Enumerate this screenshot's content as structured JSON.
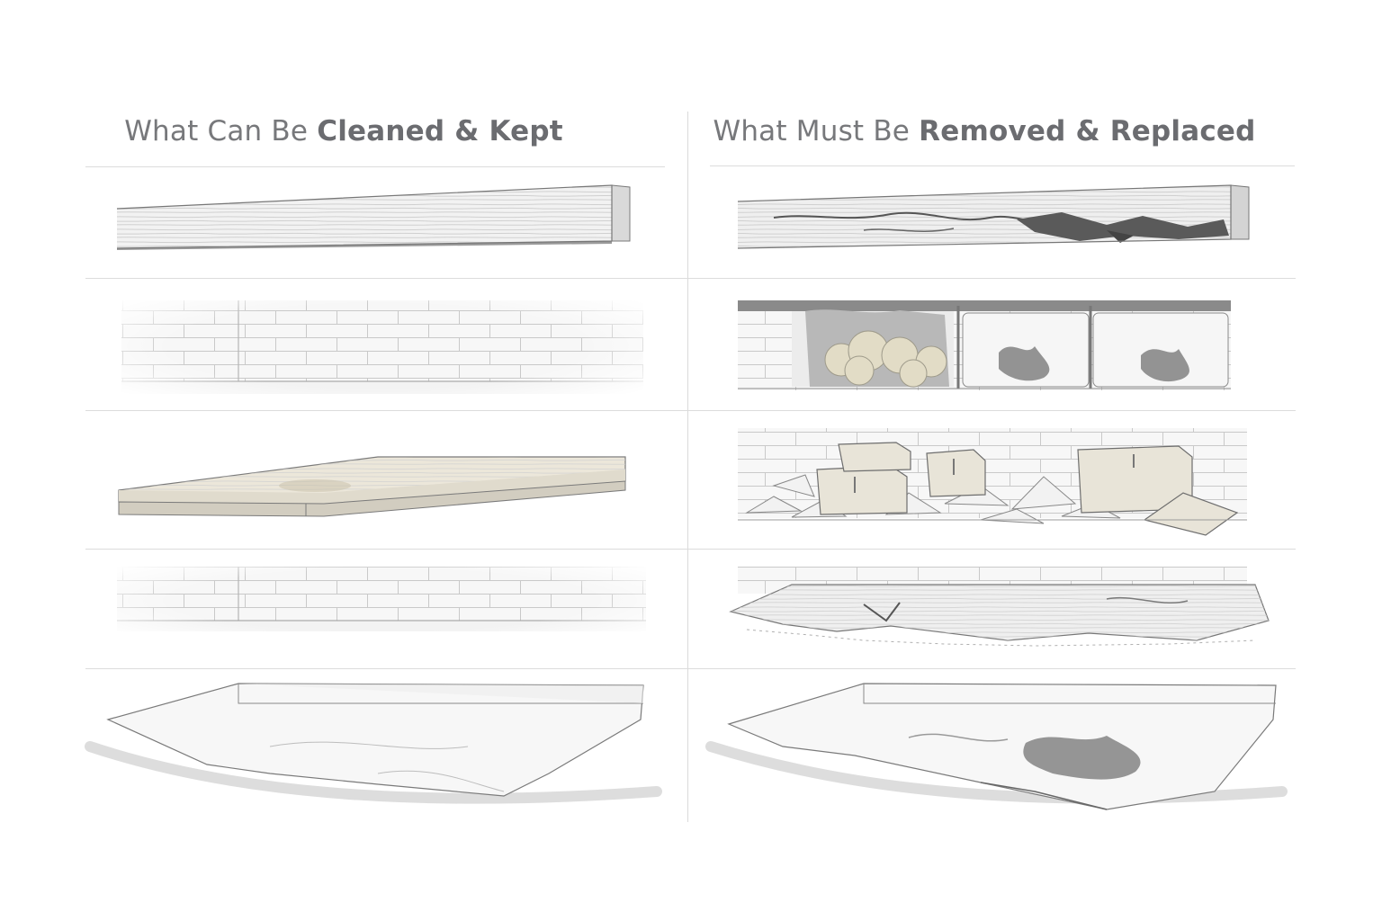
{
  "left_column": {
    "title_plain": "What Can Be",
    "title_bold": "Cleaned & Kept"
  },
  "right_column": {
    "title_plain": "What Must Be",
    "title_bold": "Removed & Replaced"
  },
  "colors": {
    "heading_text": "#77787b",
    "divider": "#dcdcdc",
    "sketch_line": "#6e6e6e",
    "mold_dark": "#555555",
    "insulation_tan": "#e3ddc9",
    "cardboard": "#e8e4d8"
  },
  "icons": [
    "clean-wood-beam-icon",
    "rotted-wood-beam-icon",
    "clean-block-wall-icon",
    "moldy-insulation-icon",
    "clean-subfloor-panel-icon",
    "cardboard-boxes-debris-icon",
    "clean-foundation-wall-icon",
    "damaged-floor-panel-icon",
    "intact-vapor-barrier-icon",
    "torn-vapor-barrier-icon"
  ]
}
